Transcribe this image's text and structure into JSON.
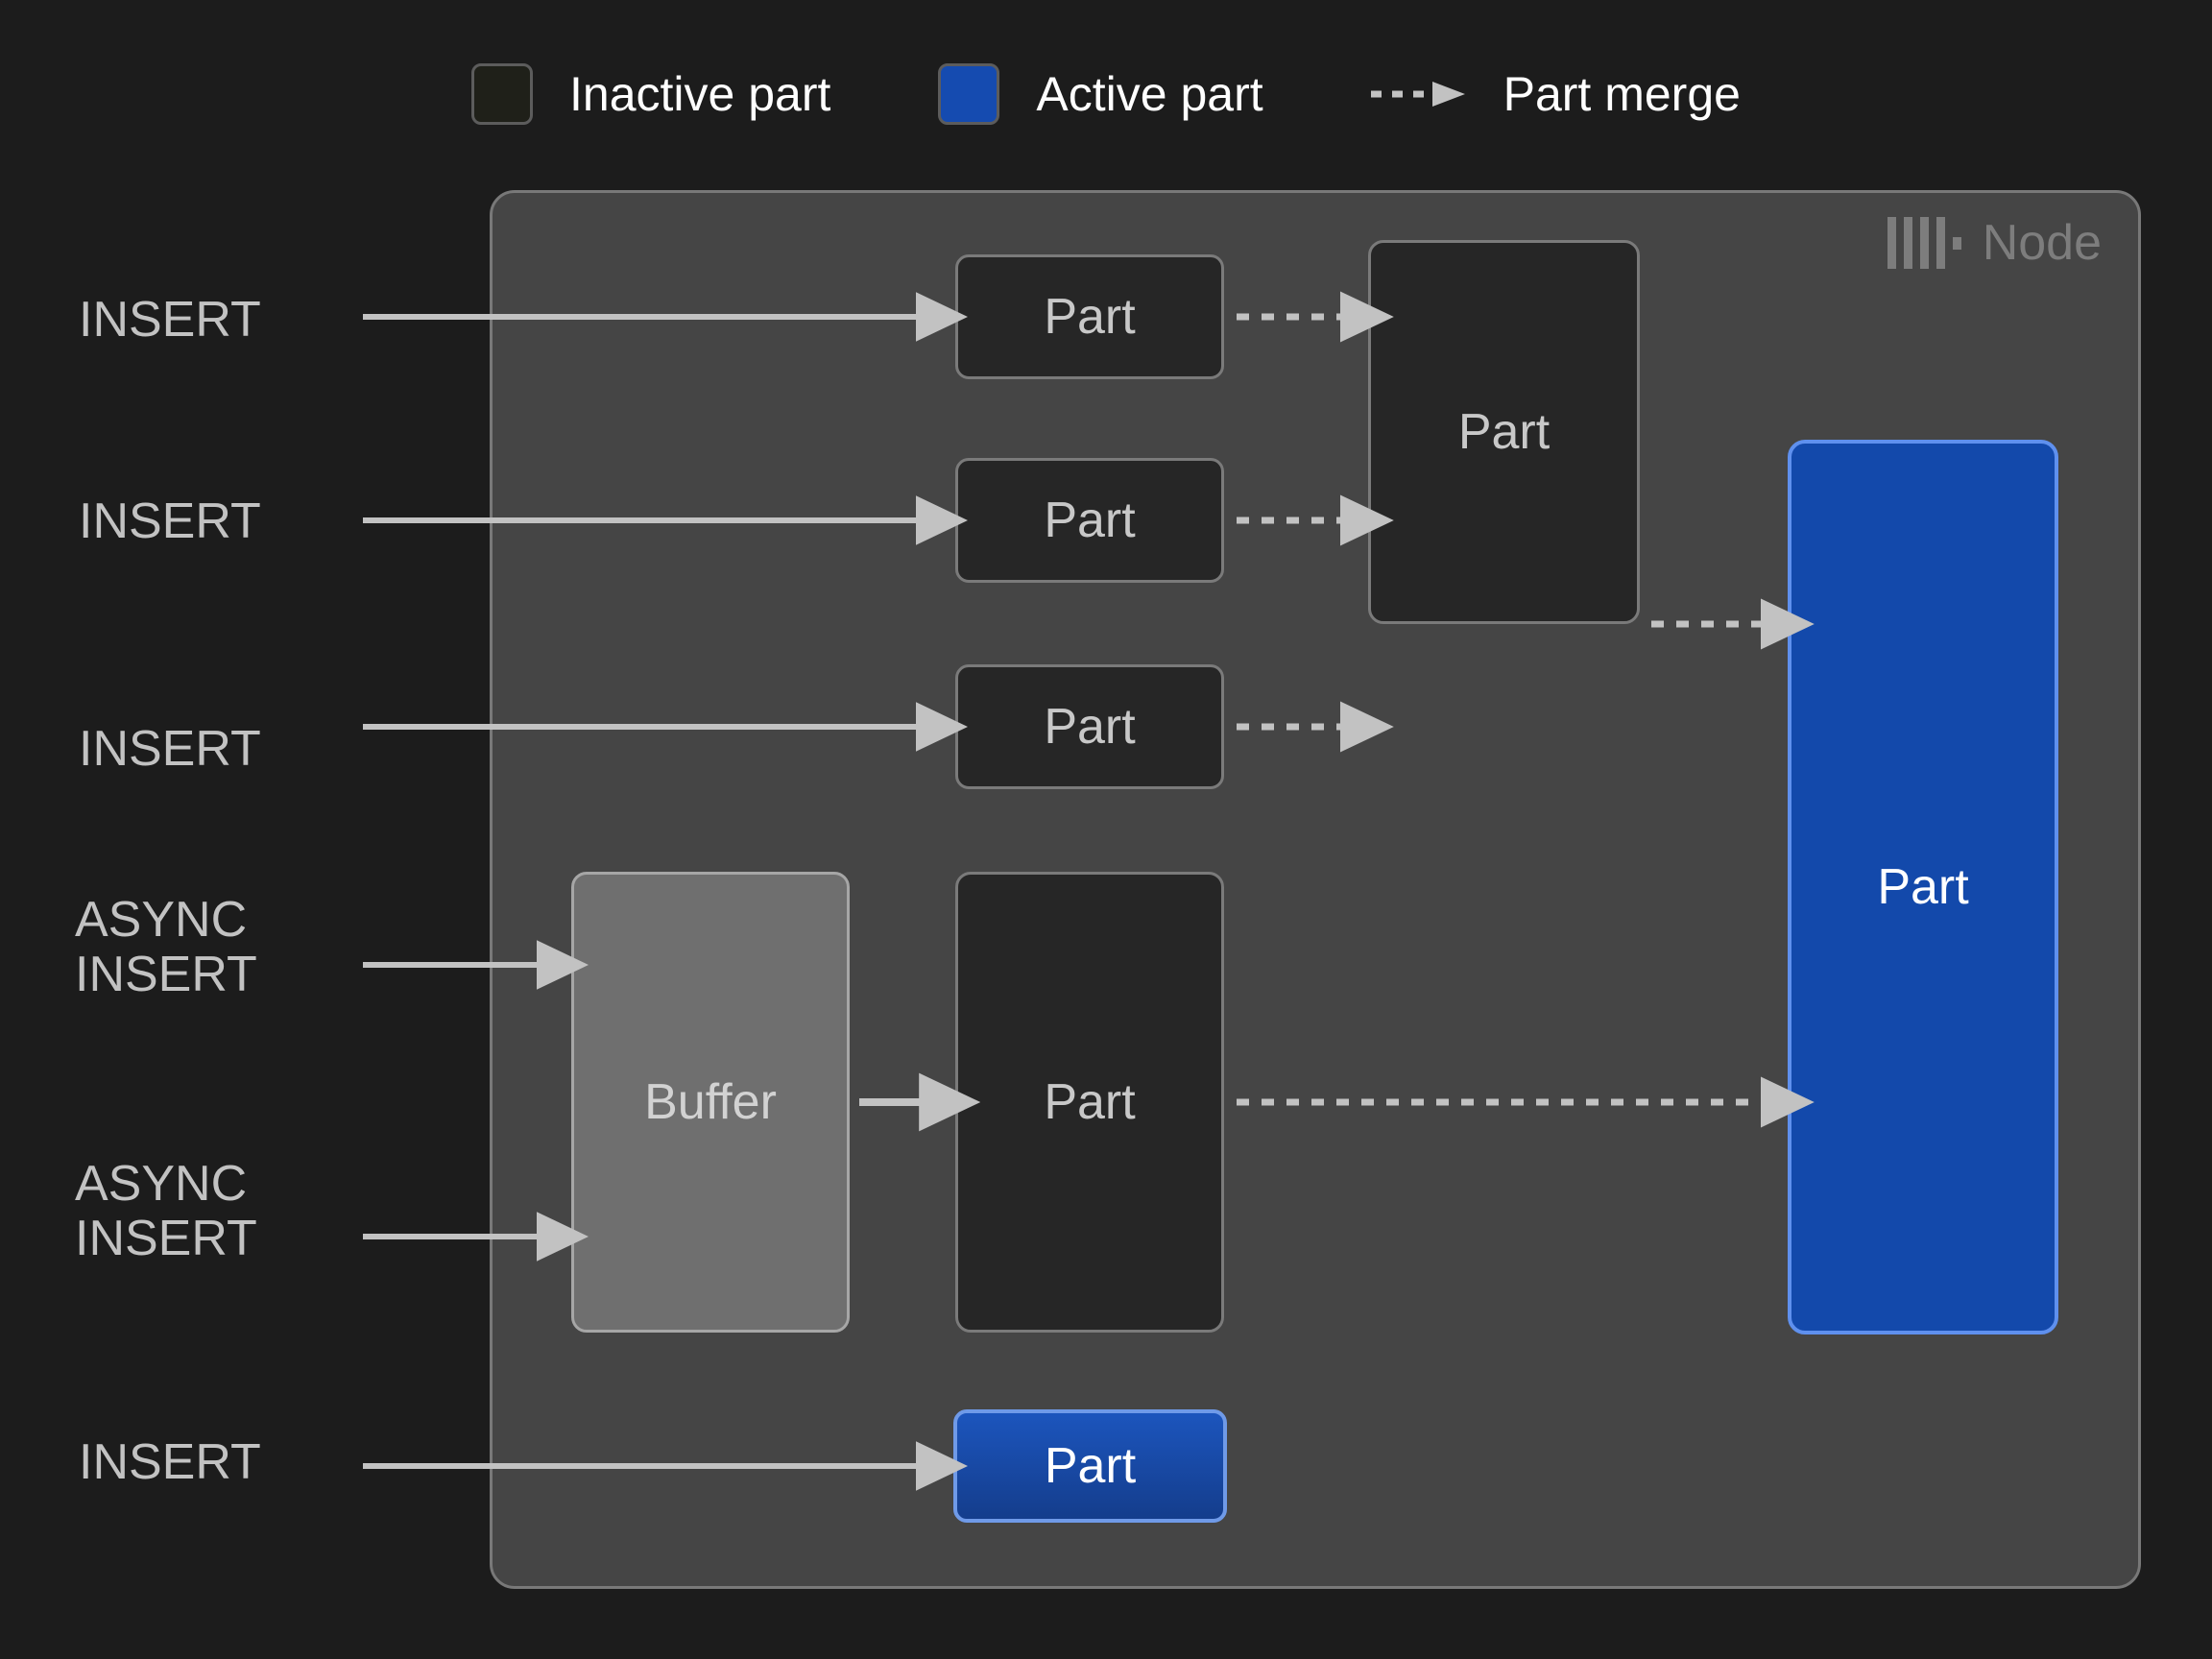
{
  "legend": {
    "items": [
      {
        "icon": "inactive-swatch",
        "label": "Inactive part"
      },
      {
        "icon": "active-swatch",
        "label": "Active part"
      },
      {
        "icon": "dashed-arrow",
        "label": "Part merge"
      }
    ]
  },
  "node": {
    "label": "Node",
    "logo": "clickhouse-logo"
  },
  "colors": {
    "background": "#1c1c1c",
    "node_fill": "#454545",
    "node_border": "#787878",
    "inactive_part_fill": "#262626",
    "inactive_part_border": "#7a7a7a",
    "buffer_fill": "#6f6f6f",
    "buffer_border": "#a6a6a6",
    "active_part_fill": "#1349ab",
    "active_part_border": "#5f90ee",
    "arrow": "#c2c2c2",
    "text": "#c2c2c2"
  },
  "inputs": [
    {
      "id": "insert-1",
      "label": "INSERT"
    },
    {
      "id": "insert-2",
      "label": "INSERT"
    },
    {
      "id": "insert-3",
      "label": "INSERT"
    },
    {
      "id": "async-insert-1",
      "label": "ASYNC\nINSERT"
    },
    {
      "id": "async-insert-2",
      "label": "ASYNC\nINSERT"
    },
    {
      "id": "insert-4",
      "label": "INSERT"
    }
  ],
  "parts": {
    "column1": [
      {
        "id": "part-1",
        "label": "Part",
        "state": "inactive"
      },
      {
        "id": "part-2",
        "label": "Part",
        "state": "inactive"
      },
      {
        "id": "part-3",
        "label": "Part",
        "state": "inactive"
      },
      {
        "id": "part-buffered",
        "label": "Part",
        "state": "inactive"
      },
      {
        "id": "part-direct",
        "label": "Part",
        "state": "active"
      }
    ],
    "buffer": {
      "id": "buffer",
      "label": "Buffer"
    },
    "merged": {
      "id": "part-merged",
      "label": "Part",
      "state": "inactive"
    },
    "final": {
      "id": "part-final",
      "label": "Part",
      "state": "active"
    }
  }
}
